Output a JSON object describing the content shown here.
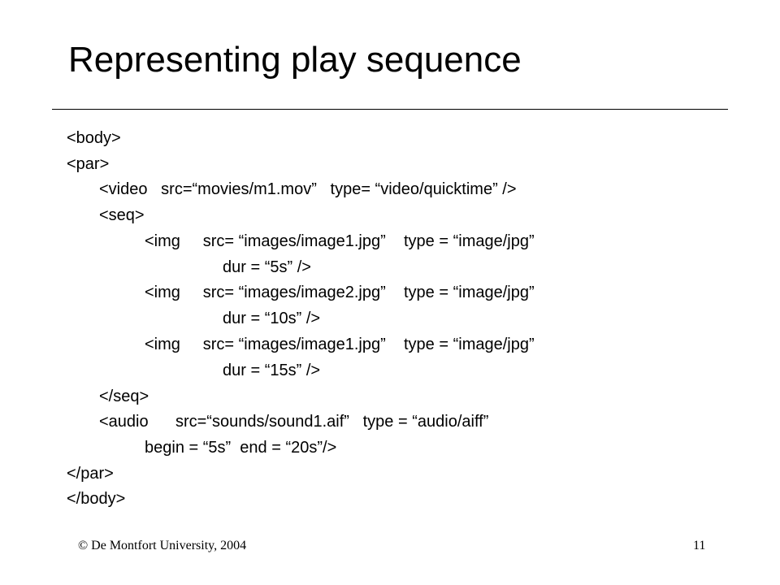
{
  "slide": {
    "title": "Representing play sequence",
    "lines": [
      "<body>",
      "<par>",
      "<video   src=“movies/m1.mov”   type= “video/quicktime” />",
      "<seq>",
      "<img     src= “images/image1.jpg”    type = “image/jpg”",
      "dur = “5s” />",
      "<img     src= “images/image2.jpg”    type = “image/jpg”",
      "dur = “10s” />",
      "<img     src= “images/image1.jpg”    type = “image/jpg”",
      "dur = “15s” />",
      "</seq>",
      "<audio      src=“sounds/sound1.aif”   type = “audio/aiff”",
      "begin = “5s”  end = “20s”/>",
      "</par>",
      "</body>"
    ]
  },
  "footer": {
    "copyright": "© De Montfort University, 2004",
    "page_number": "11"
  }
}
